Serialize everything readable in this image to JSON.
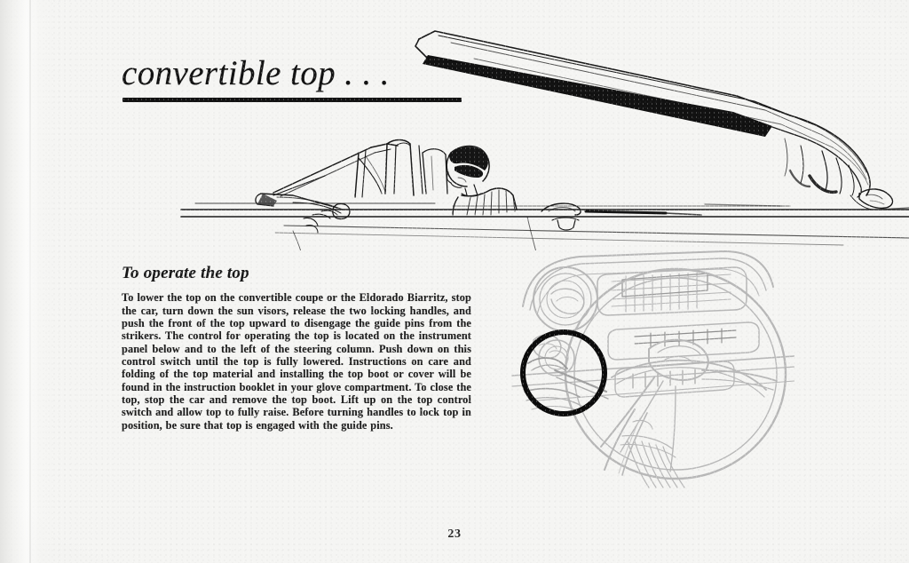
{
  "document": {
    "type": "scanned-manual-page",
    "page_number": "23",
    "paper_color": "#f5f5f3",
    "ink_color": "#1d1d1d"
  },
  "title": {
    "text": "convertible top . . .",
    "style": "italic-serif-underlined"
  },
  "section": {
    "subheading": "To operate the top",
    "body": "To lower the top on the convertible coupe or the Eldorado Biarritz, stop the car, turn down the sun visors, release the two locking handles, and push the front of the top upward to disengage the guide pins from the strikers. The control for operating the top is located on the instrument panel below and to the left of the steering column. Push down on this control switch until the top is fully lowered. Instructions on care and folding of the top material and installing the top boot or cover will be found in the instruction booklet in your glove compartment. To close the top, stop the car and remove the top boot. Lift up on the top control switch and allow top to fully raise. Before turning handles to lock top in position, be sure that top is engaged with the guide pins."
  },
  "illustrations": {
    "convertible": {
      "caption": "",
      "description": "Line drawing of a convertible automobile in side view with the folding top raised and partly unfolded above the rear deck, a driver seated in profile behind the windshield",
      "ink": "#1a1a1a"
    },
    "dashboard": {
      "caption": "",
      "description": "Faded line drawing of the instrument panel and steering wheel with the top control switch highlighted by a bold circle below and left of the steering column",
      "ink": "#b6b6b6",
      "highlight_color": "#0a0a0a",
      "highlight_shape": "circle"
    }
  },
  "footer": {
    "folio": "23"
  }
}
